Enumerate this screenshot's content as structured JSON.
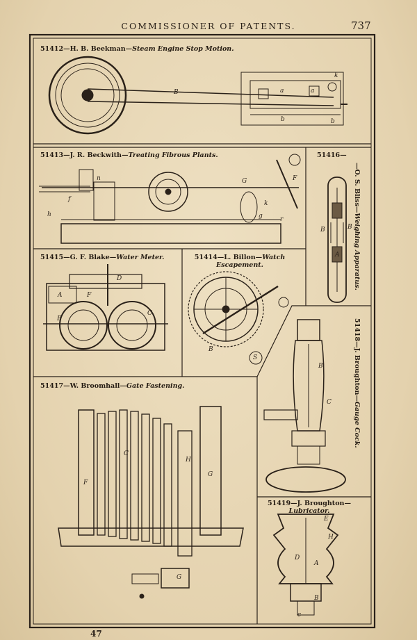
{
  "header": {
    "title": "COMMISSIONER OF PATENTS.",
    "page_number": "737"
  },
  "footer": {
    "signature": "47"
  },
  "figures": [
    {
      "number": "51412",
      "text": "—H. B. Beekman—",
      "title": "Steam Engine Stop Motion.",
      "labels": [
        "B",
        "a",
        "a",
        "b",
        "b",
        "k"
      ]
    },
    {
      "number": "51413",
      "text": "—J. R. Beckwith—",
      "title": "Treating Fibrous Plants.",
      "labels": [
        "n",
        "G",
        "F",
        "f",
        "g",
        "h",
        "k",
        "r"
      ]
    },
    {
      "number": "51416",
      "text": "—O. S. Bliss—",
      "title": "Weighing Apparatus.",
      "labels": [
        "B",
        "B",
        "A"
      ]
    },
    {
      "number": "51415",
      "text": "—G. F. Blake—",
      "title": "Water Meter.",
      "labels": [
        "A",
        "F",
        "D",
        "B",
        "C"
      ]
    },
    {
      "number": "51414",
      "text": "—L. Billon—",
      "title": "Watch Escapement.",
      "labels": [
        "B",
        "S"
      ]
    },
    {
      "number": "51418",
      "text": "—J. Broughton—",
      "title": "Gauge Cock.",
      "labels": [
        "B",
        "C"
      ]
    },
    {
      "number": "51417",
      "text": "—W. Broomhall—",
      "title": "Gate Fastening.",
      "labels": [
        "F",
        "C",
        "H",
        "G",
        "G"
      ]
    },
    {
      "number": "51419",
      "text": "—J. Broughton—",
      "title": "Lubricator.",
      "labels": [
        "E",
        "H",
        "D",
        "A",
        "B",
        "c"
      ]
    }
  ]
}
